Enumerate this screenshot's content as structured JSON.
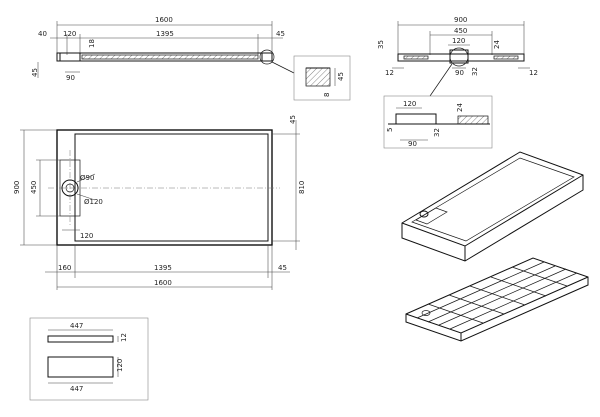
{
  "top_section": {
    "total_length": "1600",
    "left_offset": "40",
    "channel_width": "120",
    "middle_length": "1395",
    "edge_height": "18",
    "right_offset": "45",
    "height": "45",
    "drain_width": "90",
    "detail_height": "45",
    "detail_depth": "8"
  },
  "right_top_section": {
    "total_width": "900",
    "middle_width": "450",
    "channel_width": "120",
    "height": "35",
    "depth_24": "24",
    "left_edge": "12",
    "drain_width": "90",
    "depth_32": "32",
    "right_edge": "12"
  },
  "right_detail": {
    "channel_width": "120",
    "depth_24": "24",
    "edge_5": "5",
    "depth_32": "32",
    "drain_width": "90"
  },
  "plan_view": {
    "height": "900",
    "half_height": "450",
    "drain_diameter": "Ø90",
    "outer_diameter": "Ø120",
    "channel_width": "120",
    "inner_height": "810",
    "right_offset_top": "45",
    "left_width": "160",
    "inner_length": "1395",
    "right_offset_bottom": "45",
    "total_length": "1600"
  },
  "grate_detail": {
    "top_width": "447",
    "top_height": "12",
    "bottom_height": "120",
    "bottom_width": "447"
  }
}
